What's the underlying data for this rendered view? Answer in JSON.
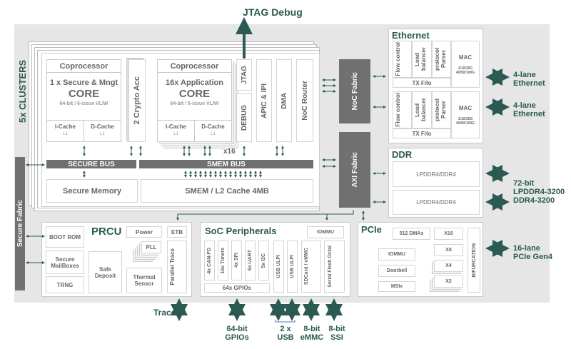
{
  "jtag_debug": "JTAG Debug",
  "clusters": {
    "label": "5x CLUSTERS",
    "secure_core": {
      "header": "Coprocessor",
      "title": "1 x Secure & Mngt",
      "core": "CORE",
      "spec": "64-bit / 6-issue VLIW",
      "icache": "I-Cache",
      "dcache": "D-Cache",
      "level": "L1"
    },
    "crypto": "2 Crypto Acc",
    "app_core": {
      "header": "Coprocessor",
      "title": "16x Application",
      "core": "CORE",
      "spec": "64-bit / 6-issue VLIW",
      "icache": "I-Cache",
      "dcache": "D-Cache",
      "level": "L1",
      "multiplier": "x16"
    },
    "jtag": "JTAG",
    "debug": "DEBUG",
    "apic": "APIC & IPI",
    "dma": "DMA",
    "noc_router": "NoC Router",
    "secure_bus": "SECURE BUS",
    "smem_bus": "SMEM BUS",
    "secure_memory": "Secure Memory",
    "smem_cache": "SMEM / L2 Cache 4MB"
  },
  "fabrics": {
    "noc": "NoC Fabric",
    "axi": "AXI Fabric",
    "secure": "Secure Fabric"
  },
  "ethernet": {
    "title": "Ethernet",
    "blocks": [
      {
        "flow": "Flow control",
        "load": "Load balancer",
        "parser": "protocol Parser",
        "mac": "MAC",
        "speeds": "1/10/25G 40/50/100G",
        "fifo": "TX Fifo"
      },
      {
        "flow": "Flow control",
        "load": "Load balancer",
        "parser": "protocol Parser",
        "mac": "MAC",
        "speeds": "1/10/25G 40/50/100G",
        "fifo": "TX Fifo"
      }
    ],
    "ext": [
      "4-lane Ethernet",
      "4-lane Ethernet"
    ]
  },
  "ddr": {
    "title": "DDR",
    "blocks": [
      "LPDDR4/DDR4",
      "LPDDR4/DDR4"
    ],
    "ext": [
      "72-bit",
      "LPDDR4-3200",
      "DDR4-3200"
    ]
  },
  "prcu": {
    "title": "PRCU",
    "boot_rom": "BOOT ROM",
    "mailboxes": "Secure MailBoxes",
    "trng": "TRNG",
    "safe_deposit": "Safe Deposit",
    "power": "Power",
    "pll": "PLL",
    "thermal": "Thermal Sensor",
    "etb": "ETB",
    "parallel_trace": "Parallel Trace"
  },
  "soc": {
    "title": "SoC Peripherals",
    "iommu": "IOMMU",
    "items": [
      "4x CAN-FD",
      "16x Timers",
      "4x SPI",
      "6x UART",
      "5x I2C"
    ],
    "gpios": "64x GPIOs",
    "usb": [
      "USB ULPI",
      "USB ULPI"
    ],
    "sdcard": "SDCard / eMMC",
    "serial_flash": "Serial Flash Octal"
  },
  "pcie": {
    "title": "PCIe",
    "dmas": "512 DMAs",
    "iommu": "IOMMU",
    "doorbell": "Doorbell",
    "msix": "MSIx",
    "lanes": [
      "X16",
      "X8",
      "X4",
      "X2"
    ],
    "bifurcation": "BIFURCATION",
    "ext": [
      "16-lane",
      "PCIe Gen4"
    ]
  },
  "external": {
    "trace": "Trace",
    "gpios": [
      "64-bit",
      "GPIOs"
    ],
    "usb": [
      "2 x",
      "USB"
    ],
    "emmc": [
      "8-bit",
      "eMMC"
    ],
    "ssi": [
      "8-bit",
      "SSI"
    ]
  },
  "colors": {
    "teal": "#2b5a52",
    "fabric_gray": "#707070",
    "background": "#e6e6e6"
  }
}
